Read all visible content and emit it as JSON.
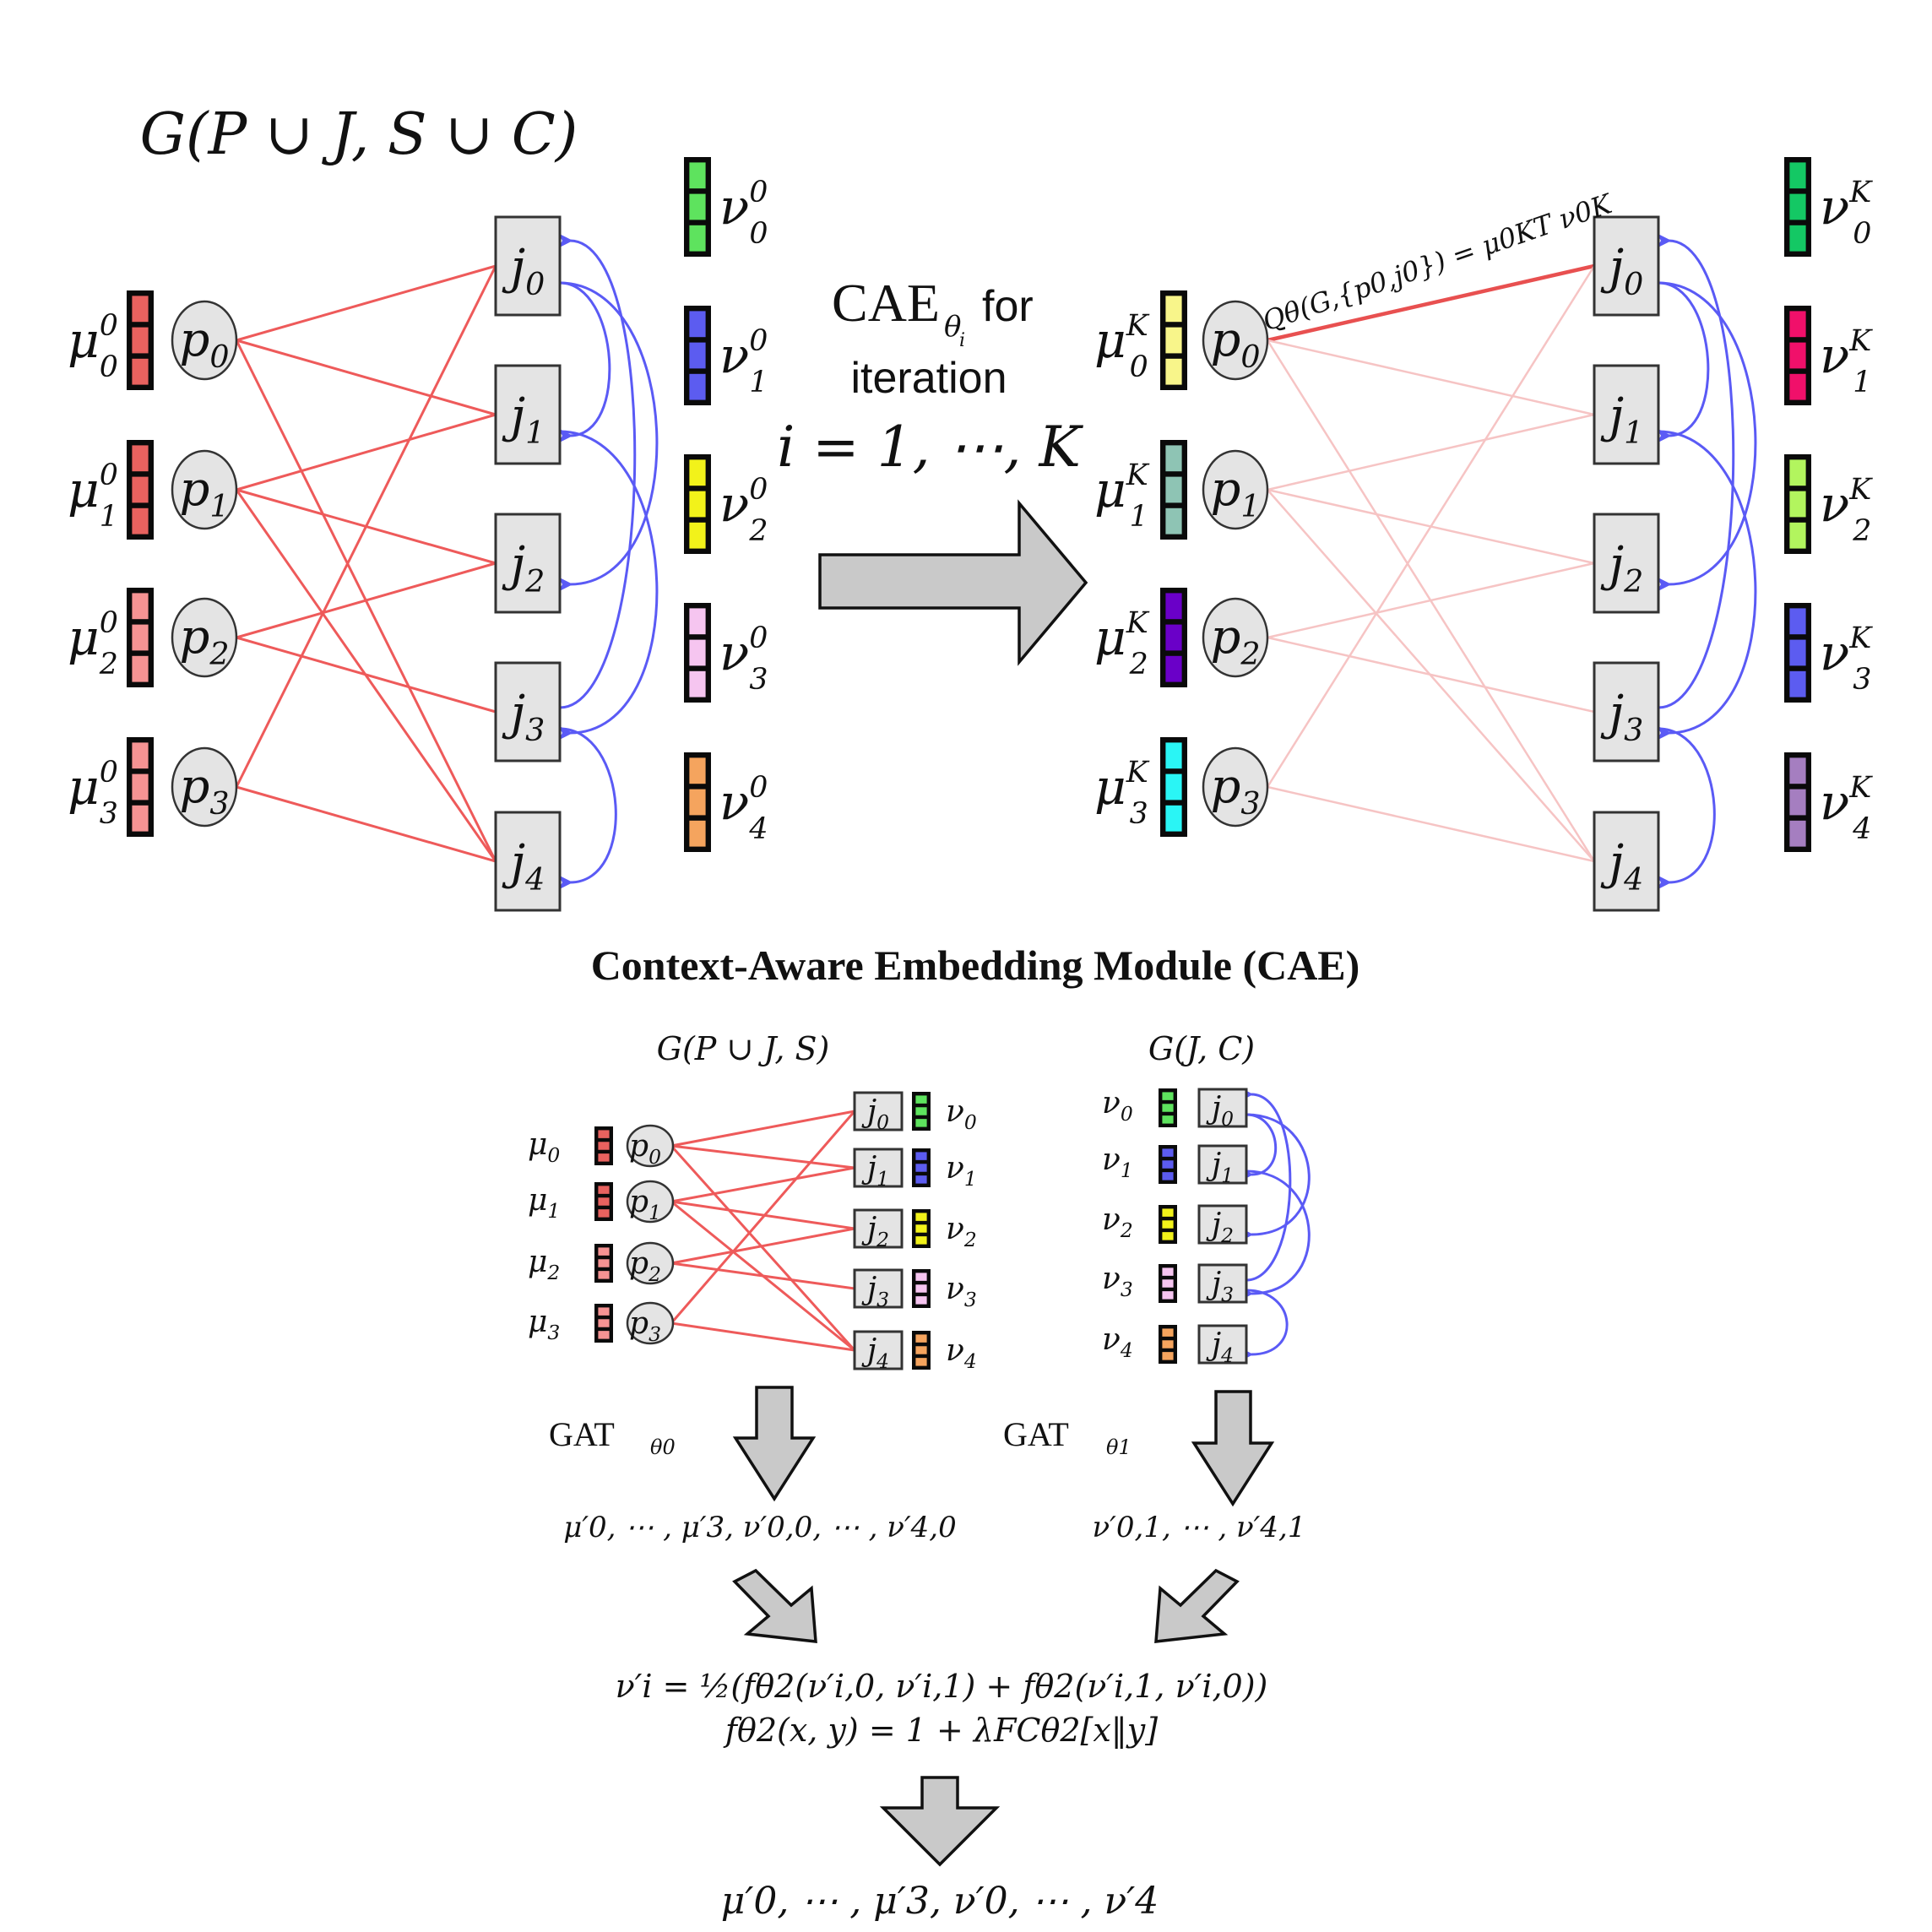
{
  "figure": {
    "top_title": "G(P ∪ J, S ∪ C)",
    "middle_label": {
      "line1_math": "CAE",
      "line1_sub": "θ",
      "line1_subsub": "i",
      "line1_text": "for",
      "line2": "iteration",
      "line3": "i = 1, ⋯, K"
    },
    "q_formula": "Q_θ(G, {p₀, j₀}) = μ₀^K^T ν₀^K",
    "q_formula_display": "Qθ(G,{p0,j0}) = μ0KT ν0K",
    "module_title": "Context-Aware Embedding Module (CAE)",
    "sub_graph_left_title": "G(P ∪ J, S)",
    "sub_graph_right_title": "G(J, C)",
    "gat0": {
      "label": "GAT",
      "sub": "θ0"
    },
    "gat1": {
      "label": "GAT",
      "sub": "θ1"
    },
    "gat0_output": "μ′0, ⋯ , μ′3, ν′0,0, ⋯ , ν′4,0",
    "gat1_output": "ν′0,1, ⋯ , ν′4,1",
    "fusion_line1": "ν′i = ½(fθ2(ν′i,0, ν′i,1) + fθ2(ν′i,1, ν′i,0))",
    "fusion_line2": "fθ2(x, y) = 1 + λFCθ2[x‖y]",
    "final_output": "μ′0, ⋯ , μ′3, ν′0, ⋯ , ν′4"
  },
  "left_graph": {
    "p_nodes": [
      {
        "label": "p",
        "sub": "0",
        "emb": "μ",
        "emb_sub": "0",
        "emb_sup": "0",
        "color": "#e8625f"
      },
      {
        "label": "p",
        "sub": "1",
        "emb": "μ",
        "emb_sub": "1",
        "emb_sup": "0",
        "color": "#e8625f"
      },
      {
        "label": "p",
        "sub": "2",
        "emb": "μ",
        "emb_sub": "2",
        "emb_sup": "0",
        "color": "#f59393"
      },
      {
        "label": "p",
        "sub": "3",
        "emb": "μ",
        "emb_sub": "3",
        "emb_sup": "0",
        "color": "#f59393"
      }
    ],
    "j_nodes": [
      {
        "label": "j",
        "sub": "0",
        "emb": "ν",
        "emb_sub": "0",
        "emb_sup": "0",
        "color": "#5ee35e"
      },
      {
        "label": "j",
        "sub": "1",
        "emb": "ν",
        "emb_sub": "1",
        "emb_sup": "0",
        "color": "#5c5cf0"
      },
      {
        "label": "j",
        "sub": "2",
        "emb": "ν",
        "emb_sub": "2",
        "emb_sup": "0",
        "color": "#f2f21a"
      },
      {
        "label": "j",
        "sub": "3",
        "emb": "ν",
        "emb_sub": "3",
        "emb_sup": "0",
        "color": "#f6c5f0"
      },
      {
        "label": "j",
        "sub": "4",
        "emb": "ν",
        "emb_sub": "4",
        "emb_sup": "0",
        "color": "#f5a45e"
      }
    ]
  },
  "right_graph": {
    "p_nodes": [
      {
        "label": "p",
        "sub": "0",
        "emb": "μ",
        "emb_sub": "0",
        "emb_sup": "K",
        "color": "#f8f58a"
      },
      {
        "label": "p",
        "sub": "1",
        "emb": "μ",
        "emb_sub": "1",
        "emb_sup": "K",
        "color": "#8ec4b4"
      },
      {
        "label": "p",
        "sub": "2",
        "emb": "μ",
        "emb_sub": "2",
        "emb_sup": "K",
        "color": "#6a00c8"
      },
      {
        "label": "p",
        "sub": "3",
        "emb": "μ",
        "emb_sub": "3",
        "emb_sup": "K",
        "color": "#2af5f5"
      }
    ],
    "j_nodes": [
      {
        "label": "j",
        "sub": "0",
        "emb": "ν",
        "emb_sub": "0",
        "emb_sup": "K",
        "color": "#14c864"
      },
      {
        "label": "j",
        "sub": "1",
        "emb": "ν",
        "emb_sub": "1",
        "emb_sup": "K",
        "color": "#f0106a"
      },
      {
        "label": "j",
        "sub": "2",
        "emb": "ν",
        "emb_sub": "2",
        "emb_sup": "K",
        "color": "#b2f55e"
      },
      {
        "label": "j",
        "sub": "3",
        "emb": "ν",
        "emb_sub": "3",
        "emb_sup": "K",
        "color": "#5c5cf0"
      },
      {
        "label": "j",
        "sub": "4",
        "emb": "ν",
        "emb_sub": "4",
        "emb_sup": "K",
        "color": "#a57ec0"
      }
    ],
    "highlighted_edge": [
      0,
      0
    ]
  },
  "sub_left": {
    "p_nodes": [
      {
        "label": "p",
        "sub": "0",
        "emb": "μ",
        "emb_sub": "0",
        "color": "#e8625f"
      },
      {
        "label": "p",
        "sub": "1",
        "emb": "μ",
        "emb_sub": "1",
        "color": "#e8625f"
      },
      {
        "label": "p",
        "sub": "2",
        "emb": "μ",
        "emb_sub": "2",
        "color": "#f59393"
      },
      {
        "label": "p",
        "sub": "3",
        "emb": "μ",
        "emb_sub": "3",
        "color": "#f59393"
      }
    ],
    "j_nodes": [
      {
        "label": "j",
        "sub": "0",
        "emb": "ν",
        "emb_sub": "0",
        "color": "#5ee35e"
      },
      {
        "label": "j",
        "sub": "1",
        "emb": "ν",
        "emb_sub": "1",
        "color": "#5c5cf0"
      },
      {
        "label": "j",
        "sub": "2",
        "emb": "ν",
        "emb_sub": "2",
        "color": "#f2f21a"
      },
      {
        "label": "j",
        "sub": "3",
        "emb": "ν",
        "emb_sub": "3",
        "color": "#f6c5f0"
      },
      {
        "label": "j",
        "sub": "4",
        "emb": "ν",
        "emb_sub": "4",
        "color": "#f5a45e"
      }
    ]
  },
  "sub_right": {
    "j_nodes": [
      {
        "label": "j",
        "sub": "0",
        "emb": "ν",
        "emb_sub": "0",
        "color": "#5ee35e"
      },
      {
        "label": "j",
        "sub": "1",
        "emb": "ν",
        "emb_sub": "1",
        "color": "#5c5cf0"
      },
      {
        "label": "j",
        "sub": "2",
        "emb": "ν",
        "emb_sub": "2",
        "color": "#f2f21a"
      },
      {
        "label": "j",
        "sub": "3",
        "emb": "ν",
        "emb_sub": "3",
        "color": "#f6c5f0"
      },
      {
        "label": "j",
        "sub": "4",
        "emb": "ν",
        "emb_sub": "4",
        "color": "#f5a45e"
      }
    ]
  },
  "edges": {
    "S": [
      [
        0,
        0
      ],
      [
        0,
        1
      ],
      [
        0,
        4
      ],
      [
        1,
        1
      ],
      [
        1,
        2
      ],
      [
        1,
        4
      ],
      [
        2,
        2
      ],
      [
        2,
        3
      ],
      [
        3,
        0
      ],
      [
        3,
        4
      ]
    ],
    "C": [
      [
        0,
        1
      ],
      [
        0,
        2
      ],
      [
        1,
        3
      ],
      [
        3,
        0
      ],
      [
        3,
        4
      ]
    ]
  },
  "colors": {
    "s_edge": "#ee5a5a",
    "s_edge_faint": "#f6c4c4",
    "c_edge": "#5a5af5",
    "node_fill": "#e4e4e4",
    "arrow_fill": "#c9c9c9"
  }
}
